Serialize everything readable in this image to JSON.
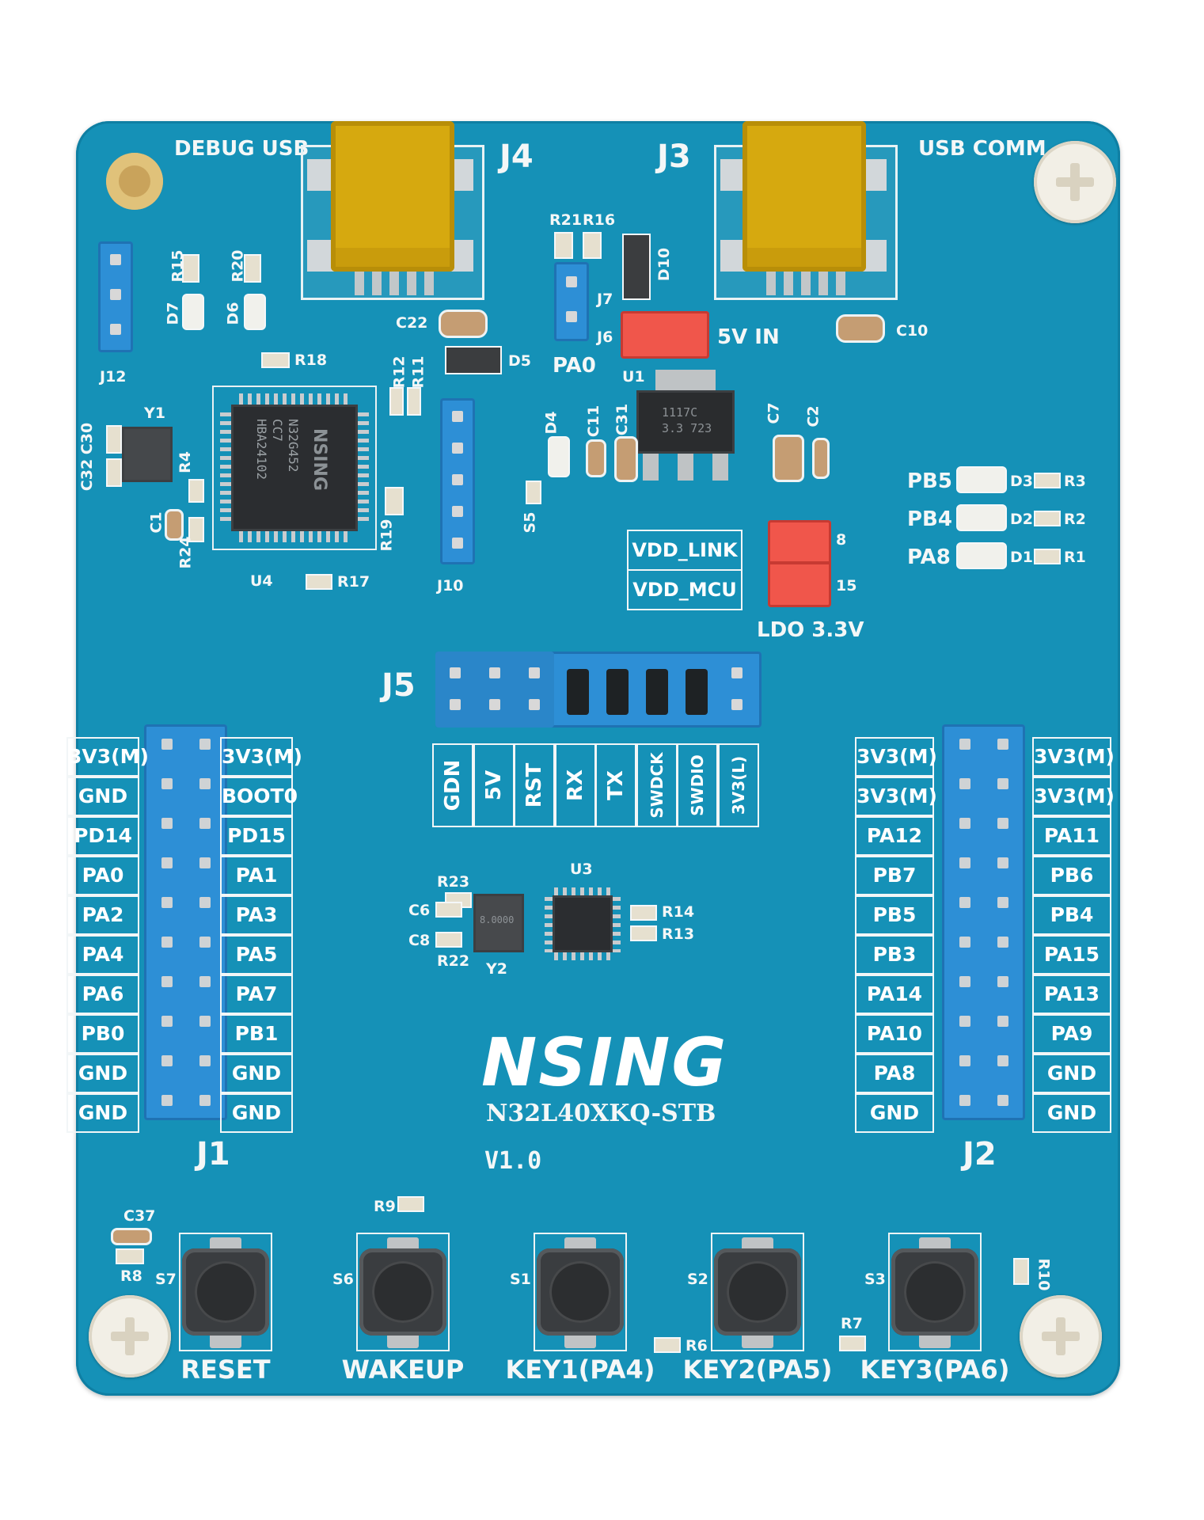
{
  "board": {
    "logo": "NSING",
    "model": "N32L40XKQ-STB",
    "version": "V1.0",
    "colors": {
      "pcb": "#1591b7",
      "silkscreen": "#f4f7f7",
      "header": "#2d8fd6",
      "jumper": "#f0564b",
      "usb": "#d6a90f"
    }
  },
  "connectors": {
    "debug_usb": "DEBUG USB",
    "usb_comm": "USB COMM",
    "j4": "J4",
    "j3": "J3",
    "j5": "J5",
    "j7": "J7",
    "j6": "J6",
    "j12": "J12",
    "j10": "J10",
    "j1": "J1",
    "j2": "J2",
    "j8_15": [
      "8",
      "15"
    ]
  },
  "power": {
    "in_label": "5V IN",
    "ldo_label": "LDO 3.3V",
    "vdd_link": "VDD_LINK",
    "vdd_mcu": "VDD_MCU",
    "pa0_label": "PA0",
    "regulator_text": [
      "1117C",
      "3.3  723"
    ]
  },
  "chips": {
    "u4_label": "U4",
    "u4_text": [
      "N32G452",
      "CC7",
      "HBA24102"
    ],
    "u3_label": "U3",
    "y1": "Y1",
    "y2": "Y2",
    "y2_text": "8.0000"
  },
  "components": {
    "top_left": [
      "R15",
      "R20",
      "D7",
      "D6",
      "R18",
      "R12",
      "R11",
      "C30",
      "C32",
      "R4",
      "C1",
      "R24",
      "R19",
      "R17",
      "C22",
      "D5",
      "R21",
      "R16",
      "D10",
      "U1",
      "D4",
      "C11",
      "C31",
      "C7",
      "C2",
      "C10",
      "S5"
    ],
    "leds": [
      {
        "pin": "PB5",
        "d": "D3",
        "r": "R3"
      },
      {
        "pin": "PB4",
        "d": "D2",
        "r": "R2"
      },
      {
        "pin": "PA8",
        "d": "D1",
        "r": "R1"
      }
    ],
    "center": [
      "R23",
      "C6",
      "C8",
      "R22",
      "R14",
      "R13"
    ],
    "bottom": [
      "C37",
      "R8",
      "R9",
      "R6",
      "R7",
      "R10"
    ]
  },
  "j5_labels": [
    "GDN",
    "5V",
    "RST",
    "RX",
    "TX",
    "SWDCK",
    "SWDIO",
    "3V3(L)"
  ],
  "j1_left": [
    "3V3(M)",
    "GND",
    "PD14",
    "PA0",
    "PA2",
    "PA4",
    "PA6",
    "PB0",
    "GND",
    "GND"
  ],
  "j1_right": [
    "3V3(M)",
    "BOOT0",
    "PD15",
    "PA1",
    "PA3",
    "PA5",
    "PA7",
    "PB1",
    "GND",
    "GND"
  ],
  "j2_left": [
    "3V3(M)",
    "3V3(M)",
    "PA12",
    "PB7",
    "PB5",
    "PB3",
    "PA14",
    "PA10",
    "PA8",
    "GND"
  ],
  "j2_right": [
    "3V3(M)",
    "3V3(M)",
    "PA11",
    "PB6",
    "PB4",
    "PA15",
    "PA13",
    "PA9",
    "GND",
    "GND"
  ],
  "buttons": [
    {
      "id": "S7",
      "label": "RESET"
    },
    {
      "id": "S6",
      "label": "WAKEUP"
    },
    {
      "id": "S1",
      "label": "KEY1(PA4)"
    },
    {
      "id": "S2",
      "label": "KEY2(PA5)"
    },
    {
      "id": "S3",
      "label": "KEY3(PA6)"
    }
  ]
}
